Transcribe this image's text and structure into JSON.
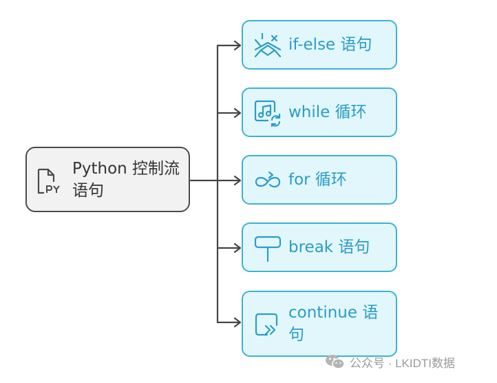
{
  "root": {
    "label": "Python 控制流语句",
    "icon": "python-file-icon"
  },
  "children": [
    {
      "label": "if-else 语句",
      "icon": "decision-branch-icon"
    },
    {
      "label": "while 循环",
      "icon": "repeat-music-icon"
    },
    {
      "label": "for 循环",
      "icon": "loop-infinity-icon"
    },
    {
      "label": "break 语句",
      "icon": "signpost-icon"
    },
    {
      "label": "continue 语句",
      "icon": "continue-forward-icon"
    }
  ],
  "watermark": {
    "text": "公众号 · LKIDTI数据",
    "icon": "wechat-icon"
  },
  "colors": {
    "root_fill": "#f2f2f2",
    "root_stroke": "#4a4a4a",
    "child_fill": "#e2f7fc",
    "child_stroke": "#3cb1d6",
    "child_text": "#2a9cc7",
    "connector": "#444444"
  }
}
